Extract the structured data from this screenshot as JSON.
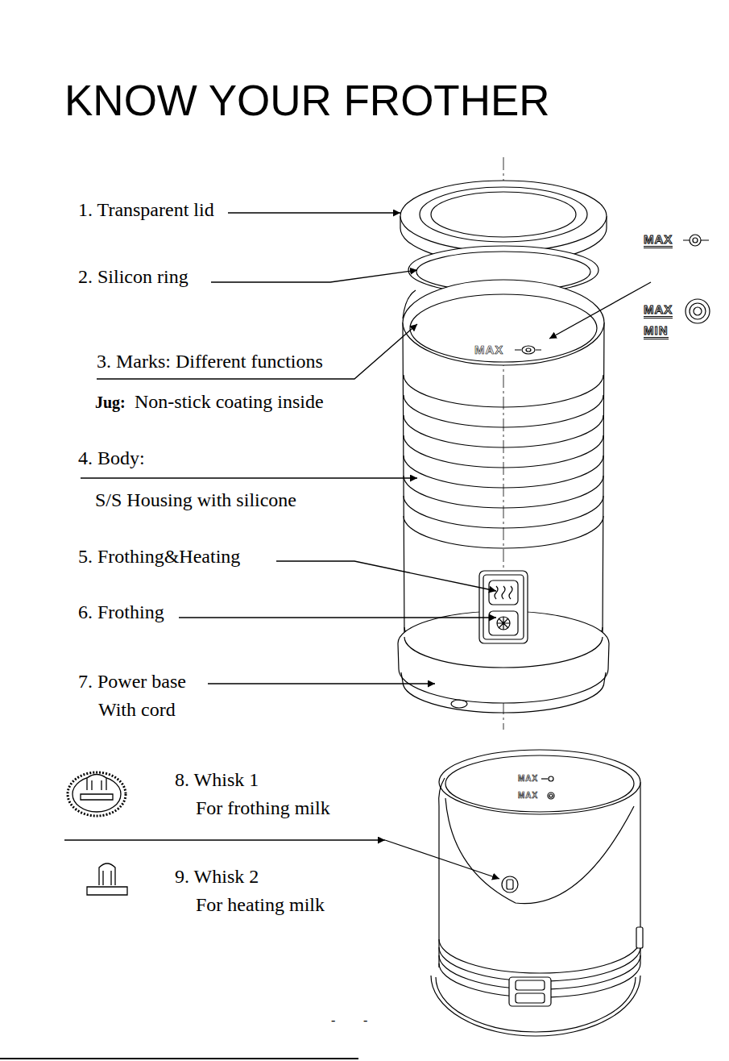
{
  "diagram": {
    "title": "KNOW YOUR FROTHER",
    "labels": [
      "1. Transparent lid",
      "2. Silicon ring",
      "3. Marks: Different functions",
      "Jug:",
      "Non-stick coating inside",
      "4. Body:",
      "S/S Housing with silicone",
      "5. Frothing&Heating",
      "6. Frothing",
      "7. Power base",
      "With cord",
      "8. Whisk 1",
      "For frothing milk",
      "9. Whisk 2",
      "For heating milk",
      "MAX",
      "MAX",
      "MIN",
      "MAX",
      "MAX",
      "MAX",
      "-",
      "-"
    ]
  }
}
